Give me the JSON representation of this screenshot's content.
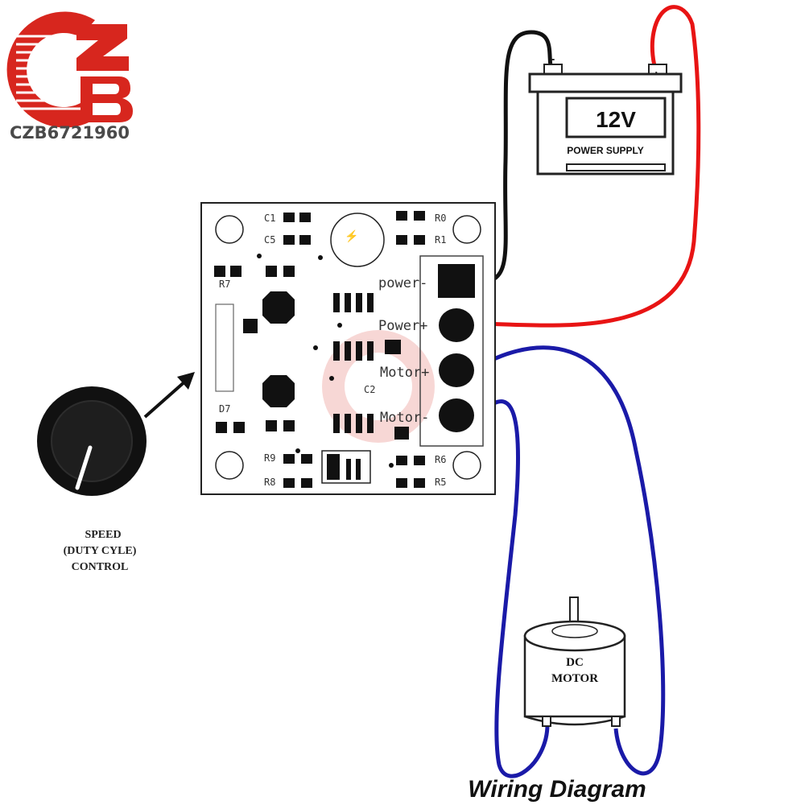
{
  "logo": {
    "brand": "CZB6721960",
    "brand_color": "#d7261e"
  },
  "battery": {
    "voltage": "12V",
    "label": "POWER SUPPLY",
    "neg_symbol": "-",
    "pos_symbol": "+"
  },
  "board": {
    "components": {
      "c1": "C1",
      "c5": "C5",
      "c2": "C2",
      "r0": "R0",
      "r1": "R1",
      "r7": "R7",
      "r9": "R9",
      "r8": "R8",
      "r6": "R6",
      "r5": "R5",
      "d7": "D7"
    },
    "terminals": {
      "power_neg": "power-",
      "power_pos": "Power+",
      "motor_pos": "Motor+",
      "motor_neg": "Motor-"
    }
  },
  "knob": {
    "line1": "SPEED",
    "line2": "(DUTY CYLE)",
    "line3": "CONTROL"
  },
  "motor": {
    "line1": "DC",
    "line2": "MOTOR"
  },
  "caption": "Wiring Diagram",
  "wire_colors": {
    "negative": "#111111",
    "positive": "#e81414",
    "motor": "#1a1aa8"
  }
}
